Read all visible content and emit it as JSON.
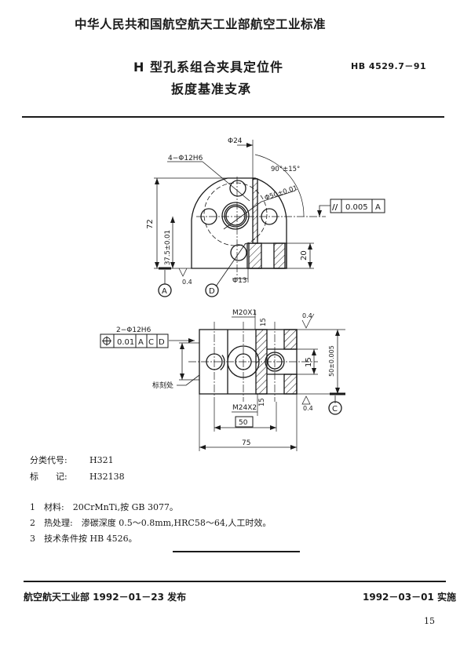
{
  "header": {
    "organization": "中华人民共和国航空航天工业部航空工业标准",
    "title_line1": "H 型孔系组合夹具定位件",
    "title_line2": "扳度基准支承",
    "standard_code": "HB 4529.7－91"
  },
  "drawing": {
    "top_view": {
      "hole_callout": "4−Φ12H6",
      "dim_phi24": "Φ24",
      "angle": "90°±15°",
      "dim_phi50": "Φ50±0.01",
      "dim_72": "72",
      "dim_37_5": "37.5±0.01",
      "dim_20": "20",
      "dim_phi13": "Φ13",
      "roughness": "0.4",
      "datum_a": "A",
      "datum_d": "D",
      "tolerance_frame": {
        "symbol": "//",
        "value": "0.005",
        "datum": "A"
      }
    },
    "front_view": {
      "hole_callout": "2−Φ12H6",
      "thread_top": "M20X1",
      "thread_bottom": "M24X2",
      "dim_15_top": "15",
      "dim_15_bottom": "15",
      "dim_15_mid": "15",
      "dim_50_height": "50±0.005",
      "dim_50_box": "50",
      "dim_75": "75",
      "roughness_top": "0.4",
      "roughness_bottom": "0.4",
      "datum_c": "C",
      "marking_label": "标刻处",
      "tolerance_frame": {
        "symbol": "⊕",
        "value": "0.01",
        "datums": [
          "A",
          "C",
          "D"
        ]
      }
    }
  },
  "meta": {
    "classification_label": "分类代号:",
    "classification_value": "H321",
    "mark_label": "标　　记:",
    "mark_value": "H32138"
  },
  "notes": [
    {
      "num": "1",
      "text": "材料:　20CrMnTi,按 GB 3077。"
    },
    {
      "num": "2",
      "text": "热处理:　渗碳深度 0.5～0.8mm,HRC58～64,人工时效。"
    },
    {
      "num": "3",
      "text": "技术条件按 HB 4526。"
    }
  ],
  "footer": {
    "issued": "航空航天工业部 1992－01－23 发布",
    "effective": "1992－03－01 实施",
    "page": "15"
  }
}
